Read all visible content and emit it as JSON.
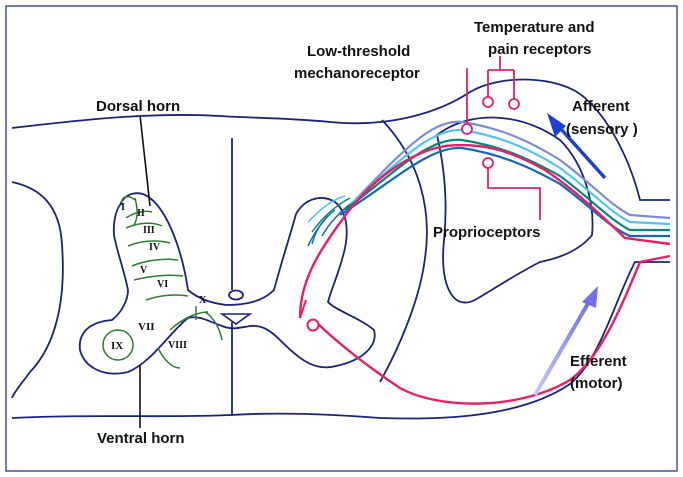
{
  "labels": {
    "dorsal_horn": "Dorsal horn",
    "ventral_horn": "Ventral horn",
    "low_threshold_line1": "Low-threshold",
    "low_threshold_line2": "mechanoreceptor",
    "temp_pain_line1": "Temperature and",
    "temp_pain_line2": "pain receptors",
    "afferent_line1": "Afferent",
    "afferent_line2": "(sensory )",
    "efferent_line1": "Efferent",
    "efferent_line2": "(motor)",
    "proprioceptors": "Proprioceptors"
  },
  "laminae": [
    "I",
    "II",
    "III",
    "IV",
    "V",
    "VI",
    "VII",
    "VIII",
    "IX",
    "X"
  ],
  "colors": {
    "outline": "#1a237e",
    "frame": "#3f51b5",
    "grey_matter_lines": "#2e7d32",
    "efferent_fiber": "#e91e63",
    "receptor_lines": "#e0206a",
    "afferent_fiber_1": "#7e8cd8",
    "afferent_fiber_2": "#4fc3f7",
    "afferent_fiber_3": "#00897b",
    "afferent_fiber_4": "#1565c0",
    "afferent_arrow": "#1e3fd0",
    "efferent_arrow": "#8c8cf0"
  }
}
